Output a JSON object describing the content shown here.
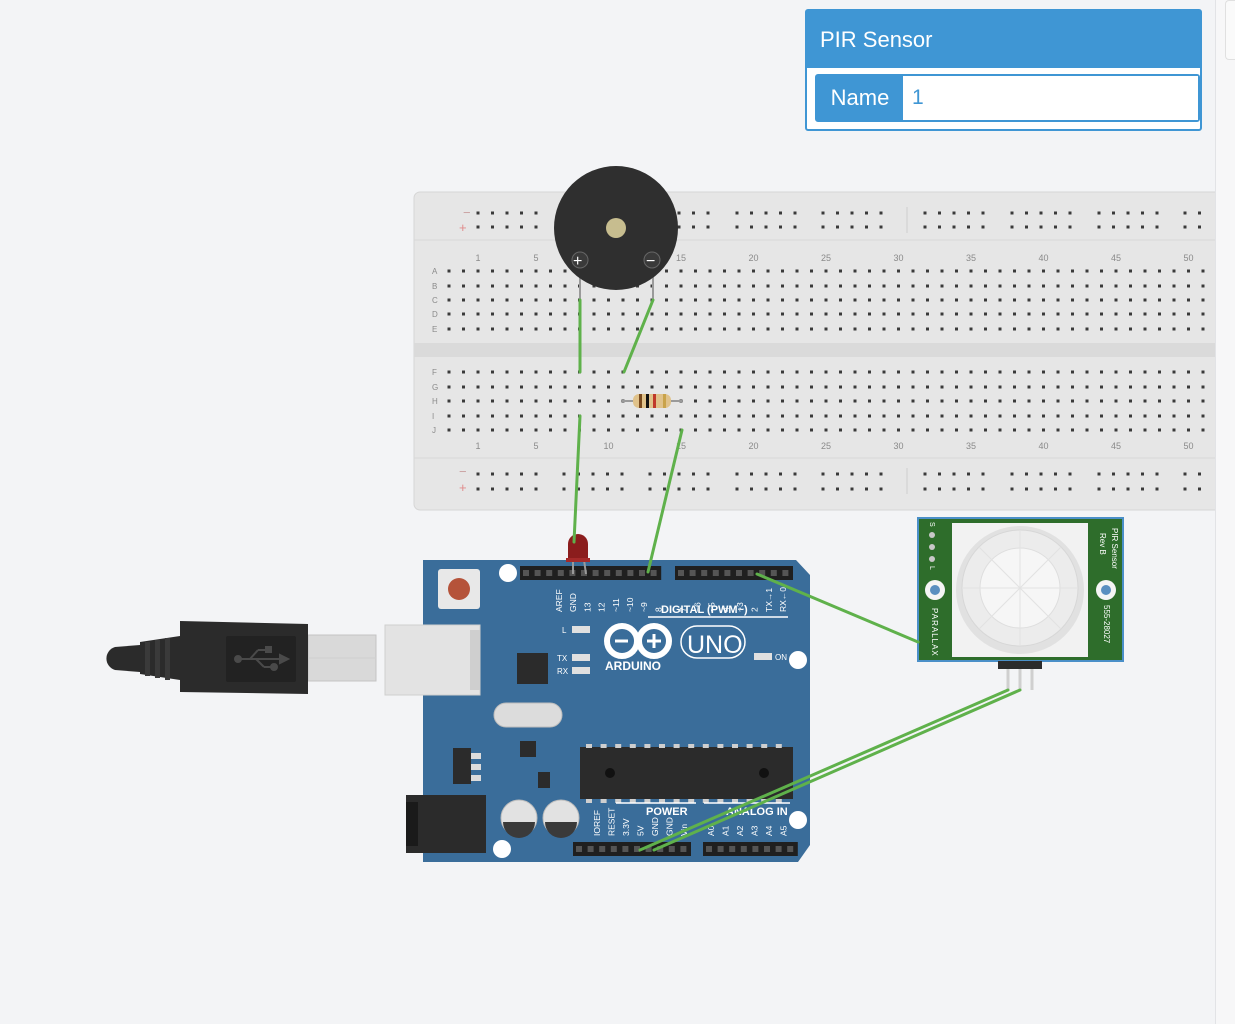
{
  "inspector": {
    "title": "PIR Sensor",
    "name_label": "Name",
    "name_value": "1"
  },
  "breadboard": {
    "column_numbers": [
      "1",
      "5",
      "10",
      "15",
      "20",
      "25",
      "30",
      "35",
      "40",
      "45",
      "50"
    ],
    "top_row_letters": [
      "A",
      "B",
      "C",
      "D",
      "E"
    ],
    "bottom_row_letters": [
      "F",
      "G",
      "H",
      "I",
      "J"
    ],
    "minus": "−",
    "plus": "+"
  },
  "buzzer": {
    "plus": "+",
    "minus": "−"
  },
  "arduino": {
    "brand": "ARDUINO",
    "model": "UNO",
    "digital_label": "DIGITAL (PWM~)",
    "power_label": "POWER",
    "analog_label": "ANALOG IN",
    "on_label": "ON",
    "led_l": "L",
    "led_tx": "TX",
    "led_rx": "RX",
    "digital_pins": [
      "AREF",
      "GND",
      "13",
      "12",
      "~11",
      "~10",
      "~9",
      "8",
      "7",
      "~6",
      "~5",
      "4",
      "~3",
      "2",
      "TX→1",
      "RX←0"
    ],
    "power_pins": [
      "IOREF",
      "RESET",
      "3.3V",
      "5V",
      "GND",
      "GND",
      "Vin"
    ],
    "analog_pins": [
      "A0",
      "A1",
      "A2",
      "A3",
      "A4",
      "A5"
    ]
  },
  "pir": {
    "label_parallax": "PARALLAX",
    "label_model": "PIR Sensor",
    "label_rev": "Rev B",
    "label_part": "555-28027",
    "label_s": "S",
    "label_l": "L"
  },
  "colors": {
    "breadboard": "#e6e6e6",
    "arduino": "#3a6d9a",
    "wire": "#5fb14b",
    "accent": "#3f96d4",
    "pir_board": "#2e6d2b"
  }
}
